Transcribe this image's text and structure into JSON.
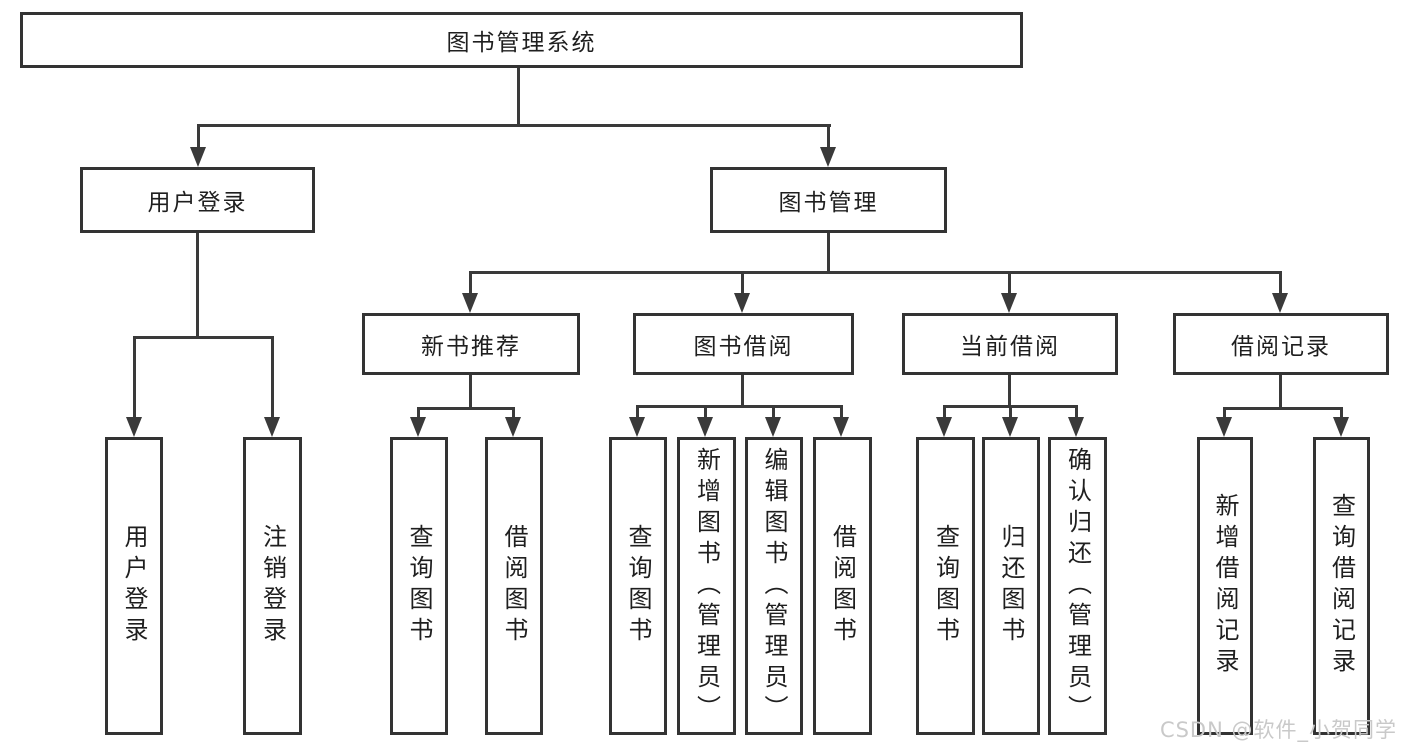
{
  "diagram": {
    "root": "图书管理系统",
    "level2": [
      {
        "label": "用户登录"
      },
      {
        "label": "图书管理"
      }
    ],
    "level3": [
      {
        "label": "新书推荐",
        "parent": "图书管理"
      },
      {
        "label": "图书借阅",
        "parent": "图书管理"
      },
      {
        "label": "当前借阅",
        "parent": "图书管理"
      },
      {
        "label": "借阅记录",
        "parent": "图书管理"
      }
    ],
    "leaves": [
      {
        "label": "用户登录",
        "parent": "用户登录"
      },
      {
        "label": "注销登录",
        "parent": "用户登录"
      },
      {
        "label": "查询图书",
        "parent": "新书推荐"
      },
      {
        "label": "借阅图书",
        "parent": "新书推荐"
      },
      {
        "label": "查询图书",
        "parent": "图书借阅"
      },
      {
        "label": "新增图书（管理员）",
        "parent": "图书借阅"
      },
      {
        "label": "编辑图书（管理员）",
        "parent": "图书借阅"
      },
      {
        "label": "借阅图书",
        "parent": "图书借阅"
      },
      {
        "label": "查询图书",
        "parent": "当前借阅"
      },
      {
        "label": "归还图书",
        "parent": "当前借阅"
      },
      {
        "label": "确认归还（管理员）",
        "parent": "当前借阅"
      },
      {
        "label": "新增借阅记录",
        "parent": "借阅记录"
      },
      {
        "label": "查询借阅记录",
        "parent": "借阅记录"
      }
    ],
    "watermark": "CSDN @软件_小贺同学",
    "colors": {
      "line": "#3a3a3a",
      "box_border": "#333333",
      "box_fill": "#ffffff",
      "text": "#1f1f1f",
      "watermark": "#c9c9c9"
    }
  }
}
